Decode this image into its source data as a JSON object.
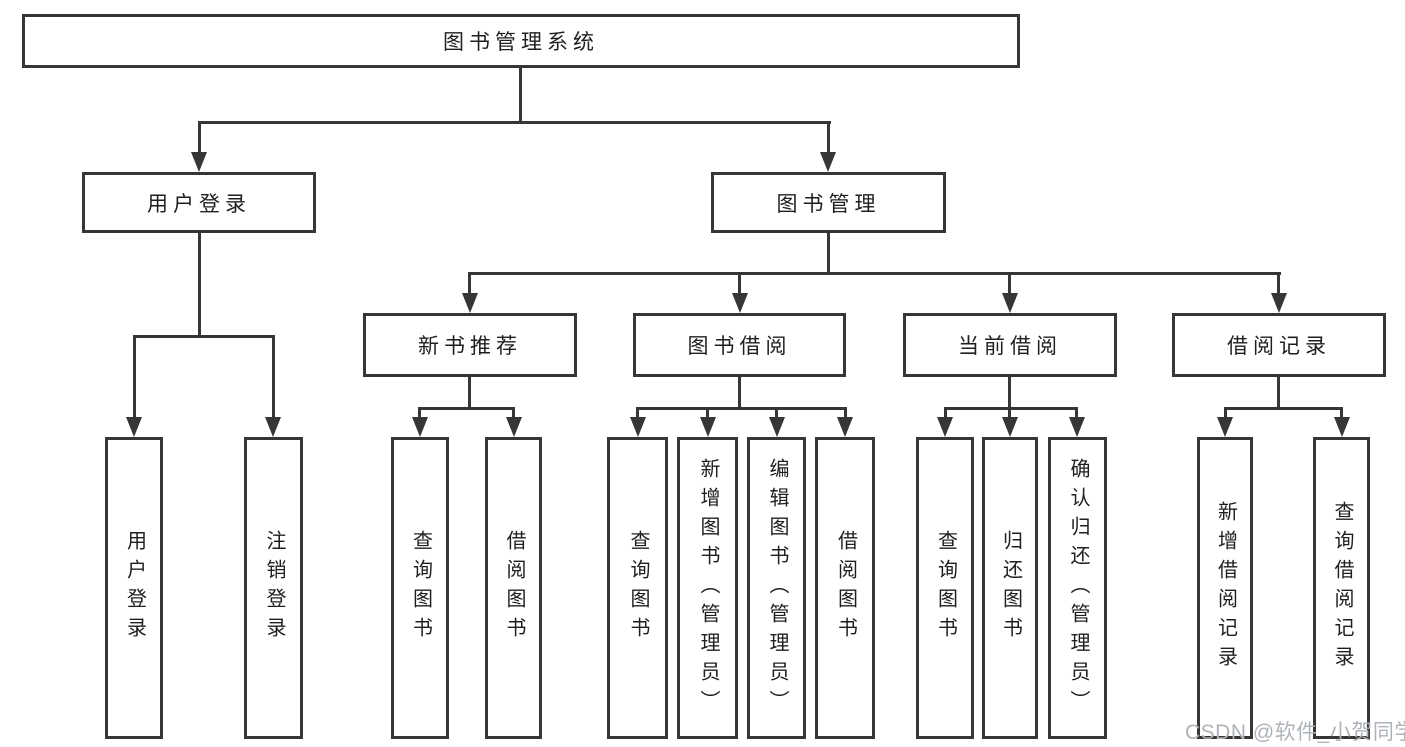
{
  "colors": {
    "line": "#363636",
    "text": "#1f1f1f",
    "watermark": "#aeb3b9",
    "background": "#ffffff"
  },
  "watermark": "CSDN @软件_小贺同学",
  "tree": {
    "root": "图书管理系统",
    "branches": [
      {
        "label": "用户登录",
        "children": [
          {
            "label": "用户登录"
          },
          {
            "label": "注销登录"
          }
        ]
      },
      {
        "label": "图书管理",
        "children": [
          {
            "label": "新书推荐",
            "children": [
              {
                "label": "查询图书"
              },
              {
                "label": "借阅图书"
              }
            ]
          },
          {
            "label": "图书借阅",
            "children": [
              {
                "label": "查询图书"
              },
              {
                "label": "新增图书（管理员）"
              },
              {
                "label": "编辑图书（管理员）"
              },
              {
                "label": "借阅图书"
              }
            ]
          },
          {
            "label": "当前借阅",
            "children": [
              {
                "label": "查询图书"
              },
              {
                "label": "归还图书"
              },
              {
                "label": "确认归还（管理员）"
              }
            ]
          },
          {
            "label": "借阅记录",
            "children": [
              {
                "label": "新增借阅记录"
              },
              {
                "label": "查询借阅记录"
              }
            ]
          }
        ]
      }
    ]
  }
}
